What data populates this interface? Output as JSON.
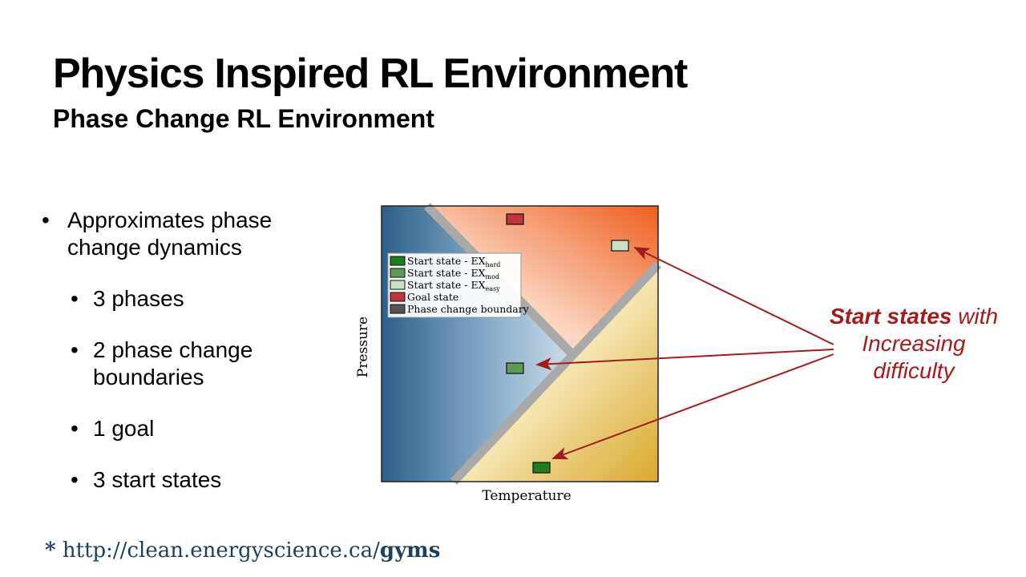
{
  "slide": {
    "title": "Physics Inspired RL Environment",
    "subtitle": "Phase Change RL Environment"
  },
  "bullets": {
    "main": "Approximates phase change dynamics",
    "sub": [
      "3 phases",
      "2 phase change boundaries",
      "1 goal",
      "3 start states"
    ]
  },
  "diagram": {
    "xlabel": "Temperature",
    "ylabel": "Pressure",
    "legend": [
      {
        "label": "Start state - EX",
        "sub": "hard",
        "color": "#1e7d1e"
      },
      {
        "label": "Start state - EX",
        "sub": "mod",
        "color": "#5c9b55"
      },
      {
        "label": "Start state - EX",
        "sub": "easy",
        "color": "#c9e0c2"
      },
      {
        "label": "Goal state",
        "sub": "",
        "color": "#c0353a"
      },
      {
        "label": "Phase change boundary",
        "sub": "",
        "color": "#555555"
      }
    ]
  },
  "annotation": {
    "strong": "Start states",
    "rest1": " with",
    "line2": "Increasing",
    "line3": "difficulty"
  },
  "footer": {
    "star": "*",
    "url_prefix": "http://clean.energyscience.ca/",
    "url_bold": "gyms"
  },
  "colors": {
    "accent": "#a31c1c",
    "link": "#1f3f5a"
  }
}
